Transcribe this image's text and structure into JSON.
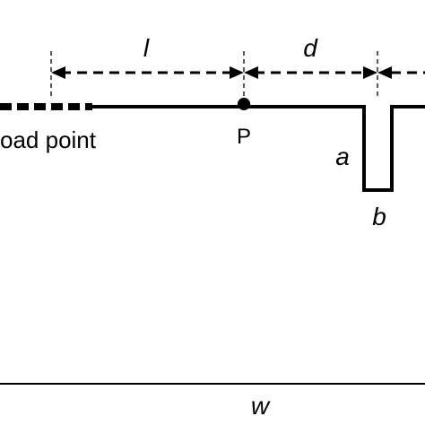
{
  "diagram": {
    "labels": {
      "l": "l",
      "d": "d",
      "p": "P",
      "a": "a",
      "b": "b",
      "w": "w",
      "load_point": "oad point"
    },
    "colors": {
      "stroke": "#000000",
      "background": "#ffffff"
    }
  }
}
